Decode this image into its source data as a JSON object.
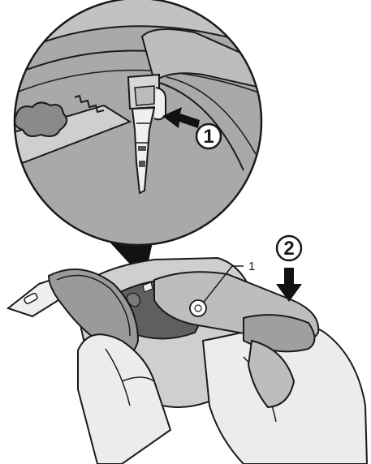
{
  "figure": {
    "steps": [
      {
        "label": "1"
      },
      {
        "label": "2"
      }
    ],
    "callouts": [
      {
        "label": "1"
      }
    ]
  },
  "colors": {
    "outline": "#1a1a1a",
    "glove_light": "#ececec",
    "glove_mid": "#bdbdbd",
    "device_gray": "#9a9a9a",
    "magnifier_fill": "#a9a9a9",
    "dark_gray": "#707070",
    "background": "#ffffff"
  },
  "icons": {
    "step_marker": "circled-number",
    "direction_arrow": "thick-arrow"
  }
}
